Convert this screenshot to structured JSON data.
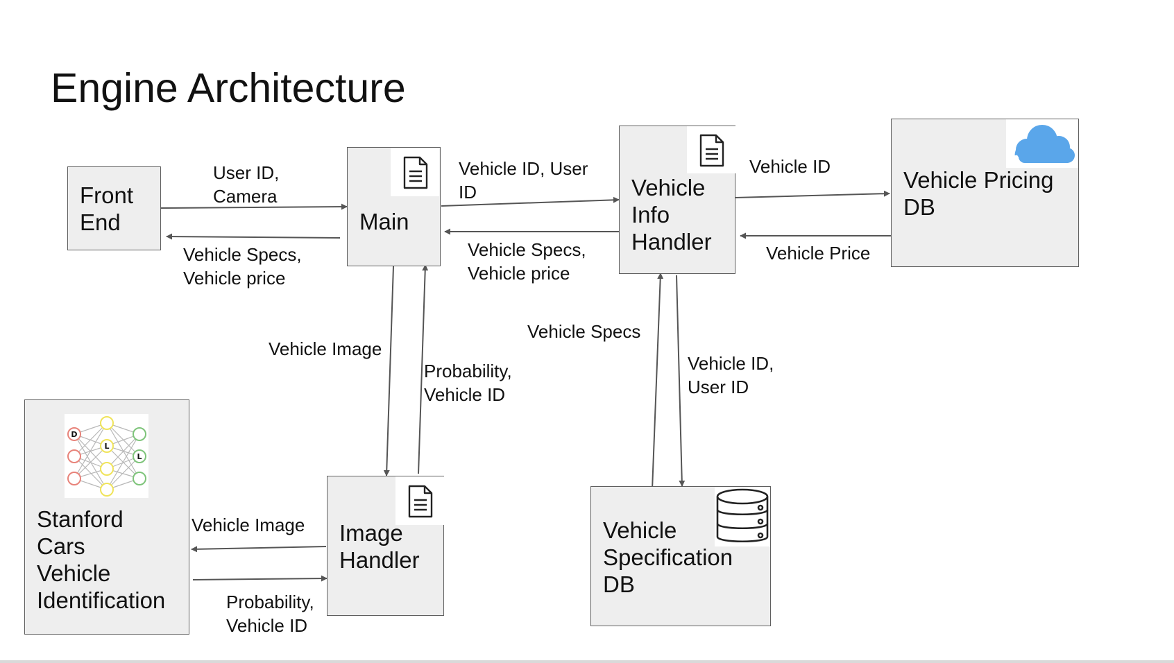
{
  "title": "Engine Architecture",
  "nodes": {
    "front_end": "Front\nEnd",
    "main": "Main",
    "vehicle_info_handler": "Vehicle\nInfo\nHandler",
    "vehicle_pricing_db": "Vehicle Pricing\nDB",
    "image_handler": "Image\nHandler",
    "vehicle_specification_db": "Vehicle\nSpecification\nDB",
    "stanford_cars": "Stanford\nCars\nVehicle\nIdentification"
  },
  "edges": {
    "fe_to_main": "User ID,\nCamera",
    "main_to_fe": "Vehicle Specs,\nVehicle price",
    "main_to_vih": "Vehicle ID, User\nID",
    "vih_to_main": "Vehicle Specs,\nVehicle price",
    "vih_to_pricing": "Vehicle ID",
    "pricing_to_vih": "Vehicle Price",
    "main_to_ih": "Vehicle Image",
    "ih_to_main": "Probability,\nVehicle ID",
    "spec_to_vih": "Vehicle Specs",
    "vih_to_spec": "Vehicle ID,\nUser ID",
    "ih_to_stanford": "Vehicle Image",
    "stanford_to_ih": "Probability,\nVehicle ID"
  },
  "icons": {
    "main": "document-icon",
    "vehicle_info_handler": "document-icon",
    "image_handler": "document-icon",
    "vehicle_pricing_db": "cloud-icon",
    "vehicle_specification_db": "database-icon",
    "stanford_cars": "neural-network-icon",
    "neural_network_letters": [
      "D",
      "L",
      "L"
    ]
  },
  "colors": {
    "box_fill": "#eeeeee",
    "box_border": "#5f5f5f",
    "arrow": "#555555",
    "cloud": "#5aa6ea",
    "nn_input": "#e8837a",
    "nn_hidden": "#f0e45a",
    "nn_output": "#7ec47a"
  }
}
